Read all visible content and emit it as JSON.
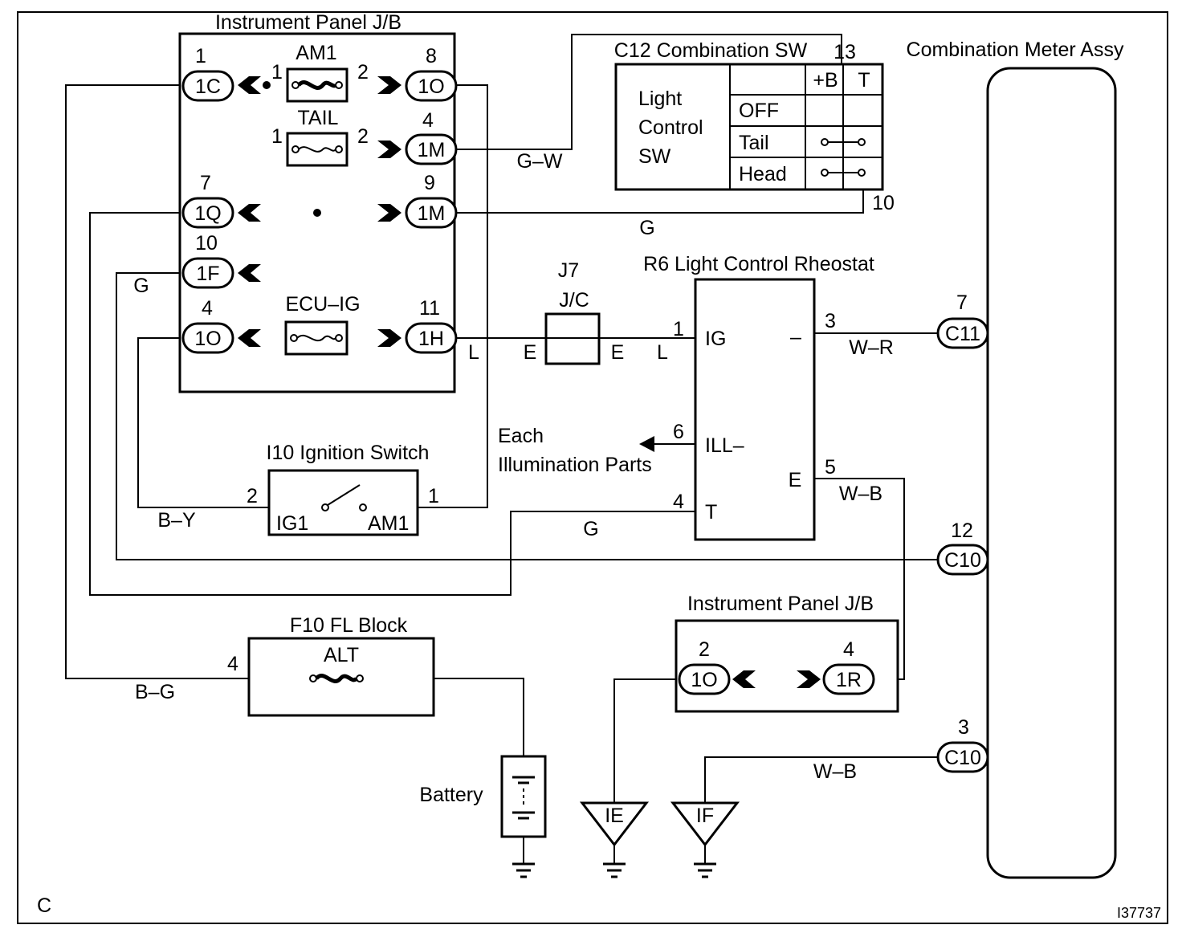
{
  "ip_jb": {
    "title": "Instrument Panel J/B",
    "fuse_am1": "AM1",
    "fuse_tail": "TAIL",
    "fuse_ecu": "ECU–IG",
    "c1c": "1C",
    "c1c_num": "1",
    "c1o_top": "1O",
    "c1o_top_num": "8",
    "c1m_top": "1M",
    "c1m_top_num": "4",
    "c1q": "1Q",
    "c1q_num": "7",
    "c1m_mid": "1M",
    "c1m_mid_num": "9",
    "c1f": "1F",
    "c1f_num": "10",
    "c1o_bot": "1O",
    "c1o_bot_num": "4",
    "c1h": "1H",
    "c1h_num": "11",
    "am1_pin1": "1",
    "am1_pin2": "2",
    "tail_pin1": "1",
    "tail_pin2": "2"
  },
  "combo_sw": {
    "title": "C12 Combination SW",
    "pin13": "13",
    "pin10": "10",
    "label_l1": "Light",
    "label_l2": "Control",
    "label_l3": "SW",
    "col_b": "+B",
    "col_t": "T",
    "row_off": "OFF",
    "row_tail": "Tail",
    "row_head": "Head"
  },
  "meter": {
    "title": "Combination Meter Assy"
  },
  "rheostat": {
    "title": "R6 Light Control Rheostat",
    "ig": "IG",
    "minus": "–",
    "ill": "ILL–",
    "e": "E",
    "t": "T",
    "pin1": "1",
    "pin3": "3",
    "pin6": "6",
    "pin5": "5",
    "pin4": "4"
  },
  "jc": {
    "name": "J7",
    "sub": "J/C",
    "e_left": "E",
    "e_right": "E"
  },
  "ign": {
    "title": "I10 Ignition Switch",
    "ig1": "IG1",
    "am1": "AM1",
    "pin2": "2",
    "pin1": "1"
  },
  "illum": {
    "line1": "Each",
    "line2": "Illumination Parts"
  },
  "meter_conn": {
    "c11": "C11",
    "c11_num": "7",
    "c10a": "C10",
    "c10a_num": "12",
    "c10b": "C10",
    "c10b_num": "3"
  },
  "ip_jb2": {
    "title": "Instrument Panel J/B",
    "c1o": "1O",
    "c1o_num": "2",
    "c1r": "1R",
    "c1r_num": "4"
  },
  "fl": {
    "title": "F10 FL Block",
    "alt": "ALT",
    "pin4": "4"
  },
  "battery": "Battery",
  "grounds": {
    "ie": "IE",
    "if": "IF"
  },
  "wires": {
    "gw": "G–W",
    "g_top": "G",
    "g_left": "G",
    "l_left": "L",
    "l_right": "L",
    "by": "B–Y",
    "g_mid": "G",
    "wr": "W–R",
    "wb_top": "W–B",
    "bg": "B–G",
    "wb_bot": "W–B"
  },
  "corner": "C",
  "fig_id": "I37737"
}
